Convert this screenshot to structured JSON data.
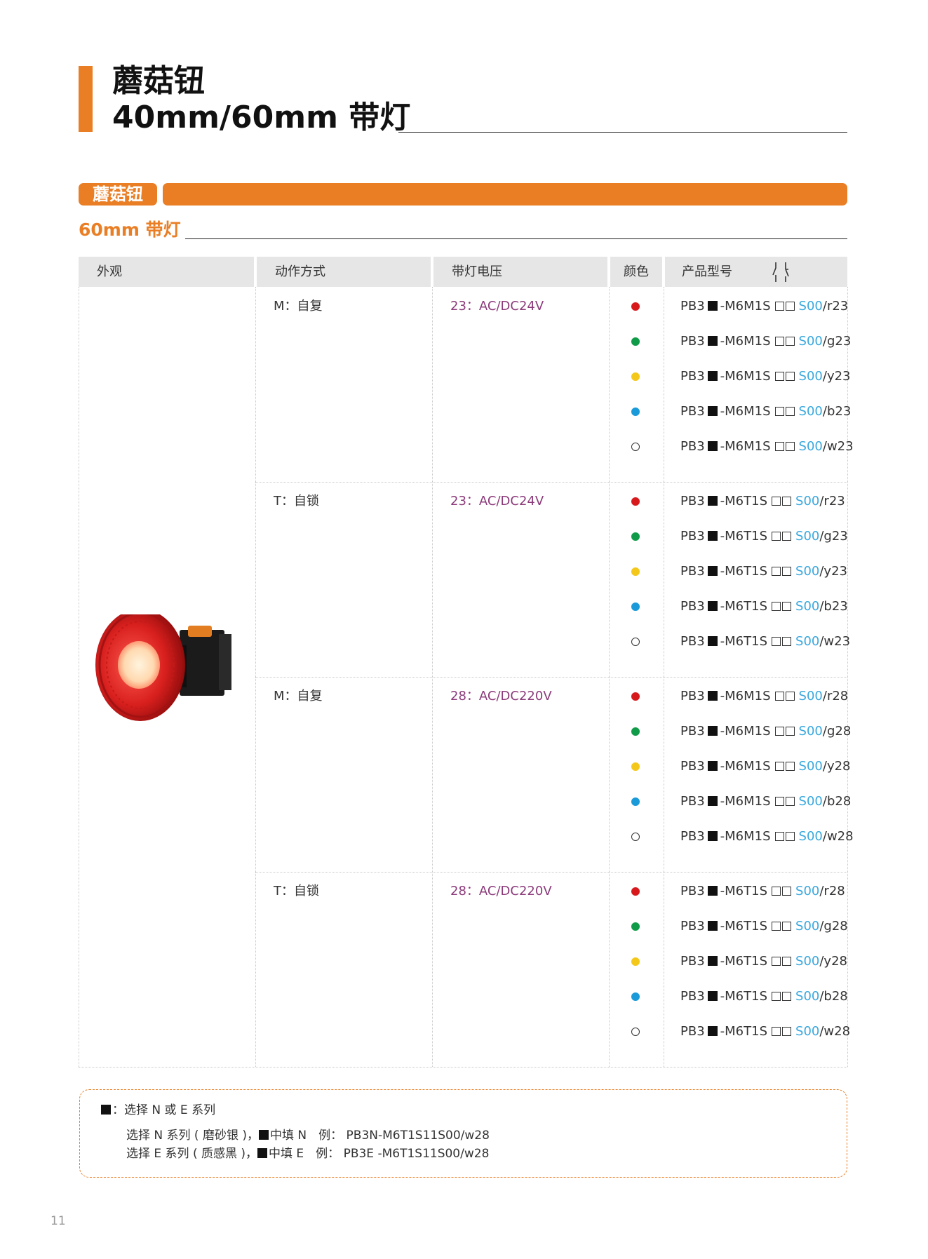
{
  "title": {
    "line1": "蘑菇钮",
    "line2": "40mm/60mm 带灯"
  },
  "section": {
    "tag": "蘑菇钮",
    "subtitle": "60mm 带灯"
  },
  "table": {
    "headers": {
      "look": "外观",
      "action": "动作方式",
      "voltage": "带灯电压",
      "color": "颜色",
      "model": "产品型号"
    },
    "groups": [
      {
        "action": "M：自复",
        "voltage": "23：AC/DC24V",
        "rows": [
          {
            "color": "#d7191c",
            "prefix": "PB3",
            "mid": "-M6M1S",
            "suffix": "S00",
            "tail": "/r23"
          },
          {
            "color": "#0f9b48",
            "prefix": "PB3",
            "mid": "-M6M1S",
            "suffix": "S00",
            "tail": "/g23"
          },
          {
            "color": "#f4c81a",
            "prefix": "PB3",
            "mid": "-M6M1S",
            "suffix": "S00",
            "tail": "/y23"
          },
          {
            "color": "#1a9ad9",
            "prefix": "PB3",
            "mid": "-M6M1S",
            "suffix": "S00",
            "tail": "/b23"
          },
          {
            "color": "ring",
            "prefix": "PB3",
            "mid": "-M6M1S",
            "suffix": "S00",
            "tail": "/w23"
          }
        ]
      },
      {
        "action": "T：自锁",
        "voltage": "23：AC/DC24V",
        "rows": [
          {
            "color": "#d7191c",
            "prefix": "PB3",
            "mid": "-M6T1S",
            "suffix": "S00",
            "tail": "/r23"
          },
          {
            "color": "#0f9b48",
            "prefix": "PB3",
            "mid": "-M6T1S",
            "suffix": "S00",
            "tail": "/g23"
          },
          {
            "color": "#f4c81a",
            "prefix": "PB3",
            "mid": "-M6T1S",
            "suffix": "S00",
            "tail": "/y23"
          },
          {
            "color": "#1a9ad9",
            "prefix": "PB3",
            "mid": "-M6T1S",
            "suffix": "S00",
            "tail": "/b23"
          },
          {
            "color": "ring",
            "prefix": "PB3",
            "mid": "-M6T1S",
            "suffix": "S00",
            "tail": "/w23"
          }
        ]
      },
      {
        "action": "M：自复",
        "voltage": "28：AC/DC220V",
        "rows": [
          {
            "color": "#d7191c",
            "prefix": "PB3",
            "mid": "-M6M1S",
            "suffix": "S00",
            "tail": "/r28"
          },
          {
            "color": "#0f9b48",
            "prefix": "PB3",
            "mid": "-M6M1S",
            "suffix": "S00",
            "tail": "/g28"
          },
          {
            "color": "#f4c81a",
            "prefix": "PB3",
            "mid": "-M6M1S",
            "suffix": "S00",
            "tail": "/y28"
          },
          {
            "color": "#1a9ad9",
            "prefix": "PB3",
            "mid": "-M6M1S",
            "suffix": "S00",
            "tail": "/b28"
          },
          {
            "color": "ring",
            "prefix": "PB3",
            "mid": "-M6M1S",
            "suffix": "S00",
            "tail": "/w28"
          }
        ]
      },
      {
        "action": "T：自锁",
        "voltage": "28：AC/DC220V",
        "rows": [
          {
            "color": "#d7191c",
            "prefix": "PB3",
            "mid": "-M6T1S",
            "suffix": "S00",
            "tail": "/r28"
          },
          {
            "color": "#0f9b48",
            "prefix": "PB3",
            "mid": "-M6T1S",
            "suffix": "S00",
            "tail": "/g28"
          },
          {
            "color": "#f4c81a",
            "prefix": "PB3",
            "mid": "-M6T1S",
            "suffix": "S00",
            "tail": "/y28"
          },
          {
            "color": "#1a9ad9",
            "prefix": "PB3",
            "mid": "-M6T1S",
            "suffix": "S00",
            "tail": "/b28"
          },
          {
            "color": "ring",
            "prefix": "PB3",
            "mid": "-M6T1S",
            "suffix": "S00",
            "tail": "/w28"
          }
        ]
      }
    ]
  },
  "note": {
    "line1": "：选择 N 或 E 系列",
    "line2_a": "选择 N 系列 ( 磨砂银 )，",
    "line2_b": "中填 N　例： PB3N-M6T1S11S00/w28",
    "line3_a": "选择 E 系列 ( 质感黑 )，",
    "line3_b": "中填 E　例： PB3E -M6T1S11S00/w28"
  },
  "page_number": "11",
  "colors": {
    "accent": "#e97e25",
    "voltage_text": "#8b3a7a",
    "model_suffix": "#39a8de"
  }
}
